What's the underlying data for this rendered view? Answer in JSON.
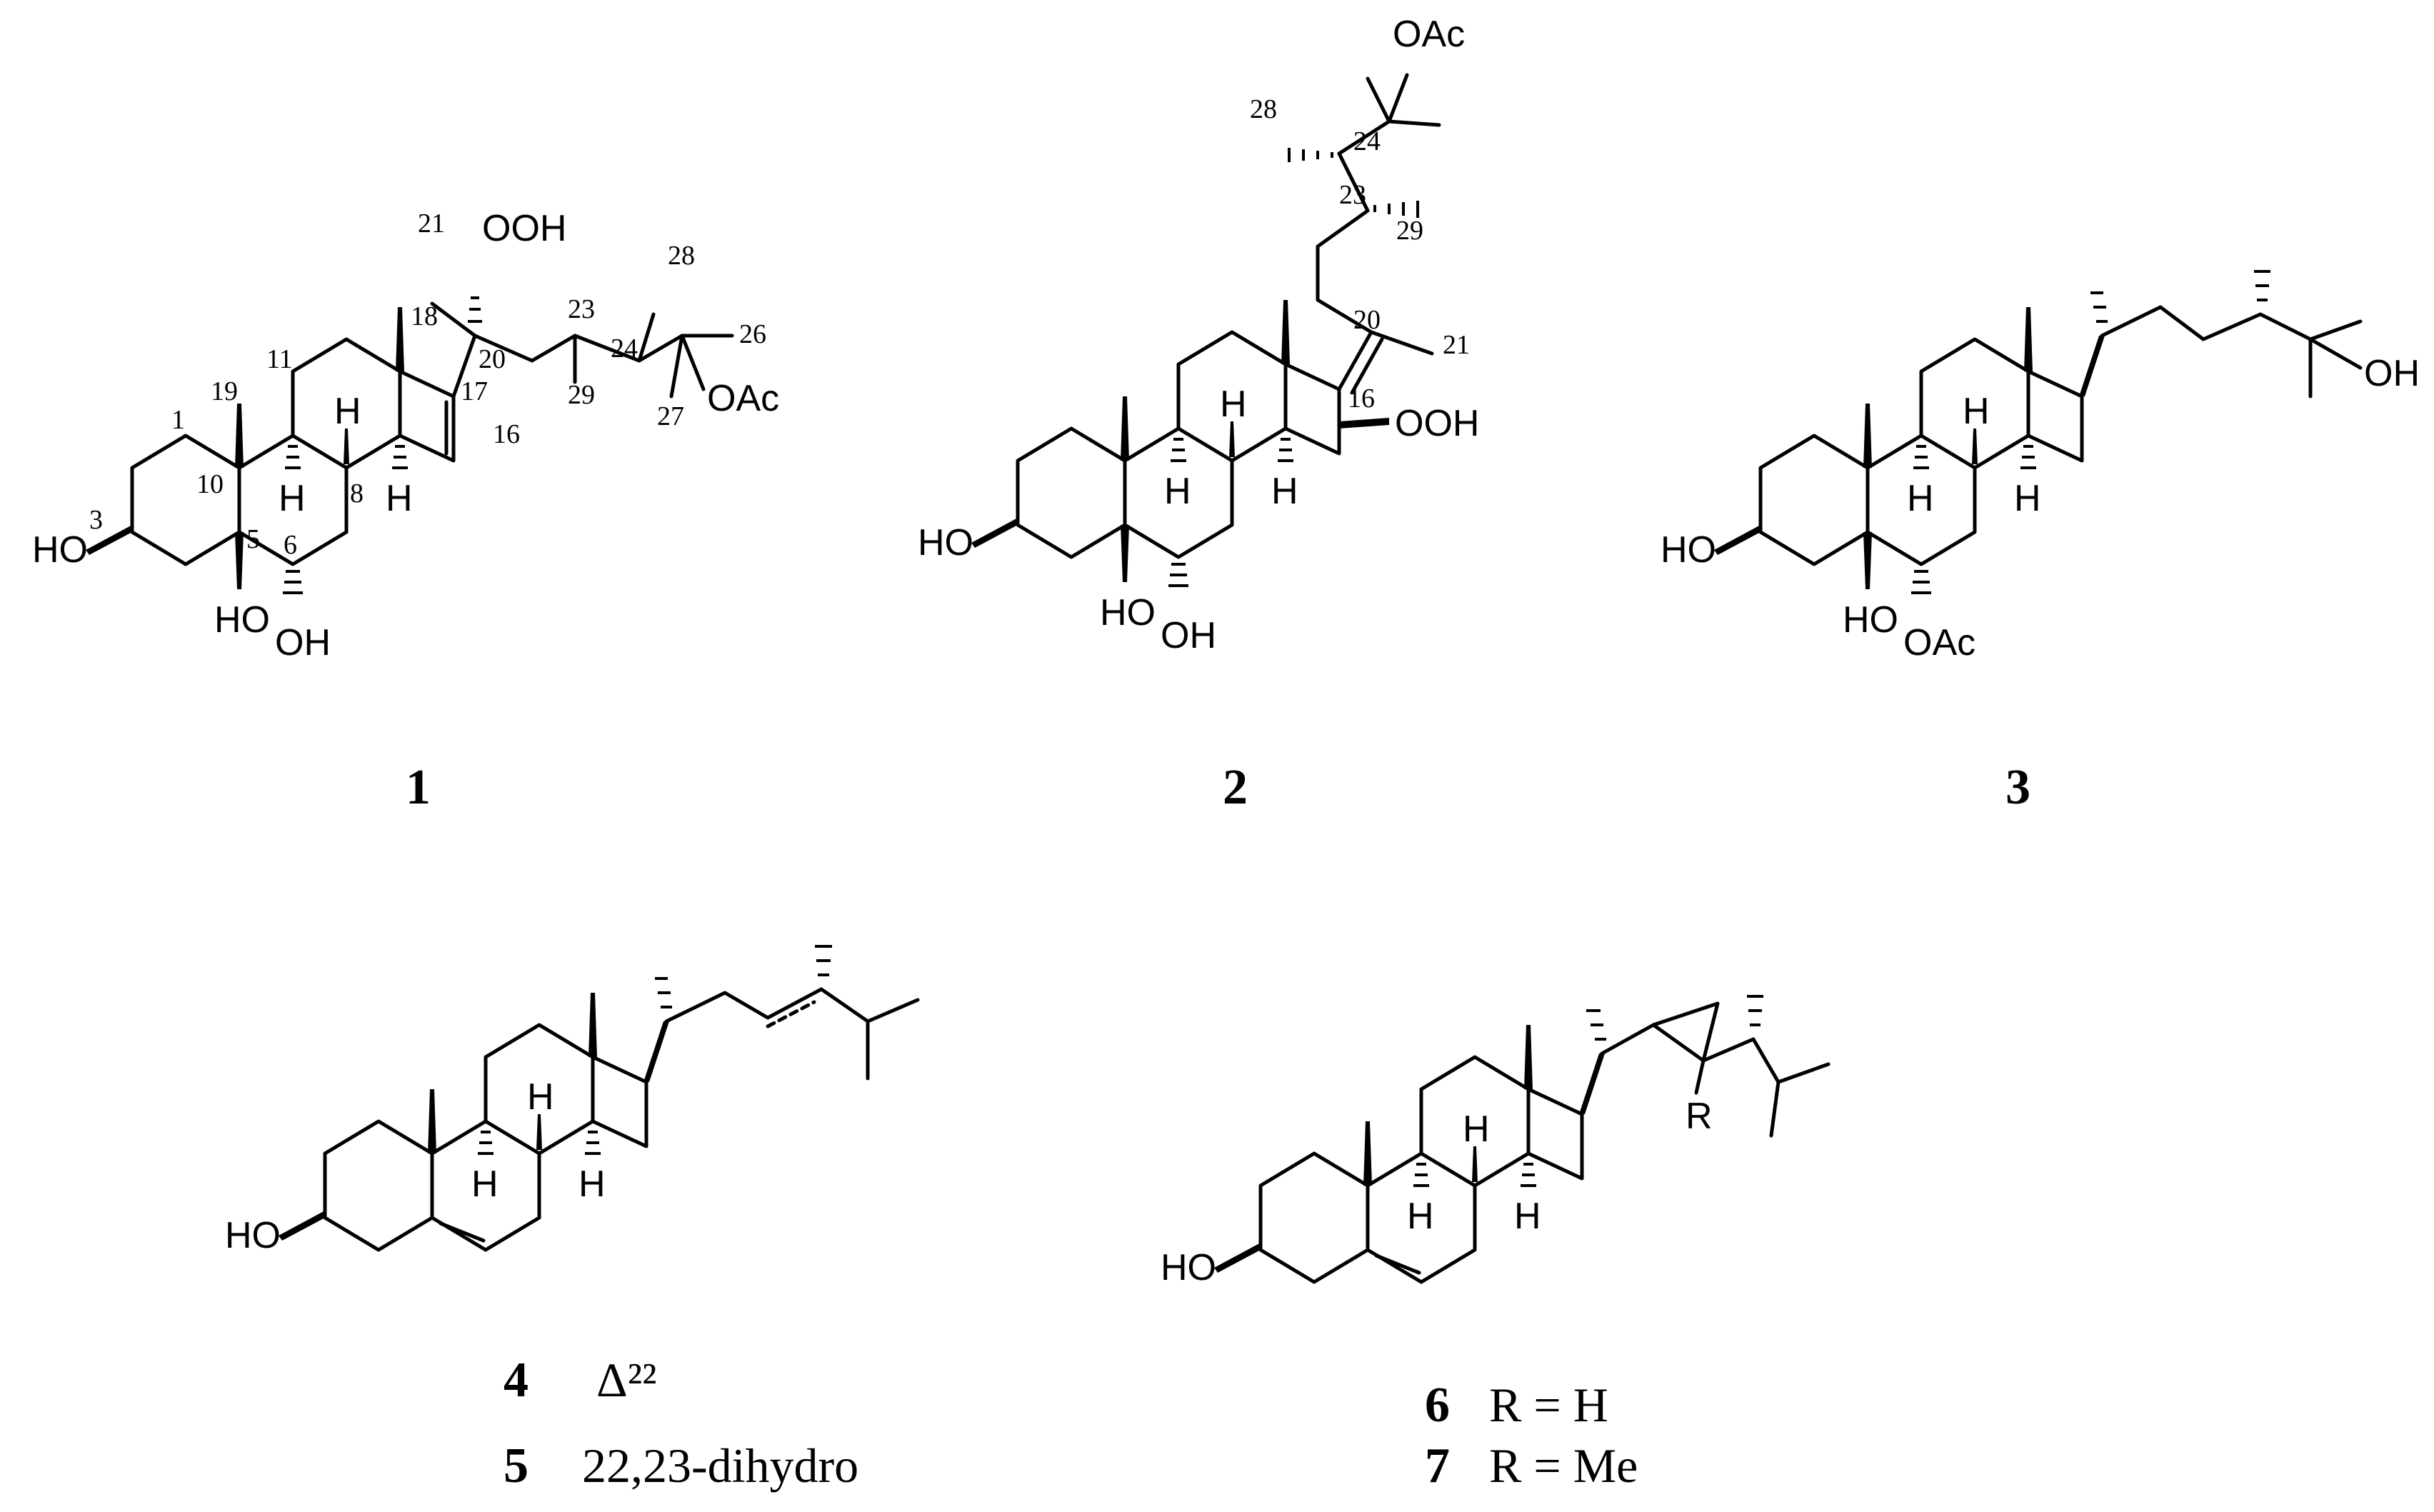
{
  "atoms": {
    "oh": "OH",
    "ho": "HO",
    "ooh": "OOH",
    "oac": "OAc",
    "h": "H",
    "r": "R"
  },
  "numbering": {
    "c1": "1",
    "c3": "3",
    "c5": "5",
    "c6": "6",
    "c8": "8",
    "c10": "10",
    "c11": "11",
    "c16": "16",
    "c17": "17",
    "c18": "18",
    "c19": "19",
    "c20": "20",
    "c21": "21",
    "c23": "23",
    "c24": "24",
    "c26": "26",
    "c27": "27",
    "c28": "28",
    "c29": "29"
  },
  "compounds": {
    "c1": {
      "id": "1"
    },
    "c2": {
      "id": "2"
    },
    "c3": {
      "id": "3"
    },
    "c4": {
      "id": "4",
      "note": "Δ²²"
    },
    "c5": {
      "id": "5",
      "note": "22,23-dihydro"
    },
    "c6": {
      "id": "6",
      "note": "R = H"
    },
    "c7": {
      "id": "7",
      "note": "R = Me"
    }
  }
}
